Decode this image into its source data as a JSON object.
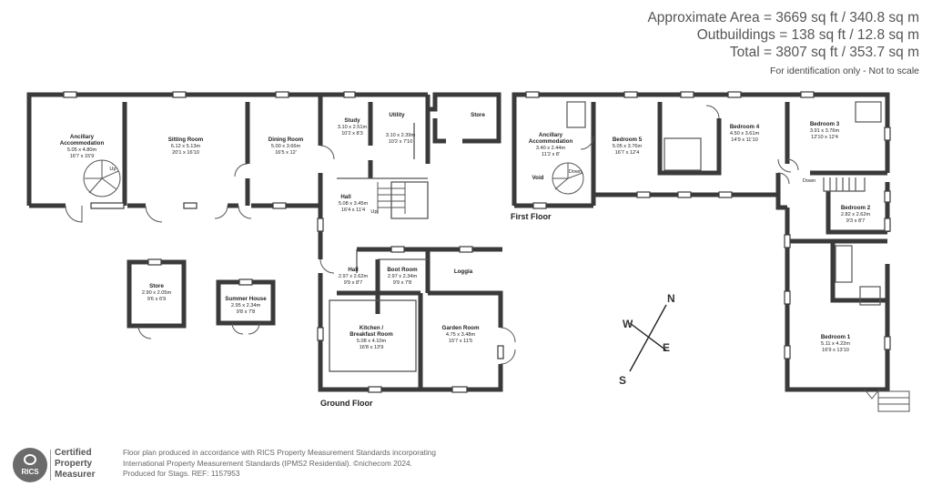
{
  "header": {
    "area_line": "Approximate Area = 3669 sq ft / 340.8 sq m",
    "outbuildings_line": "Outbuildings = 138 sq ft / 12.8 sq m",
    "total_line": "Total = 3807 sq ft / 353.7 sq m",
    "note": "For identification only - Not to scale"
  },
  "floors": {
    "ground": "Ground Floor",
    "first": "First Floor"
  },
  "rooms": {
    "anc_g_name1": "Ancillary",
    "anc_g_name2": "Accommodation",
    "anc_g_m": "5.05 x 4.80m",
    "anc_g_ft": "16'7 x 15'9",
    "sitting_name": "Sitting Room",
    "sitting_m": "6.12 x 5.13m",
    "sitting_ft": "20'1 x 16'10",
    "dining_name": "Dining Room",
    "dining_m": "5.00 x 3.66m",
    "dining_ft": "16'5 x 12'",
    "study_name": "Study",
    "study_m": "3.10 x 2.51m",
    "study_ft": "10'2 x 8'3",
    "utility_name": "Utility",
    "utility_m": "3.10 x 2.39m",
    "utility_ft": "10'2 x 7'10",
    "store_main_name": "Store",
    "hall1_name": "Hall",
    "hall1_m": "5.08 x 3.45m",
    "hall1_ft": "16'4 x 11'4",
    "hall2_name": "Hall",
    "hall2_m": "2.97 x 2.62m",
    "hall2_ft": "9'9 x 8'7",
    "boot_name": "Boot Room",
    "boot_m": "2.97 x 2.34m",
    "boot_ft": "9'9 x 7'8",
    "loggia_name": "Loggia",
    "kitchen_name1": "Kitchen /",
    "kitchen_name2": "Breakfast Room",
    "kitchen_m": "5.08 x 4.10m",
    "kitchen_ft": "16'8 x 13'9",
    "garden_name": "Garden Room",
    "garden_m": "4.75 x 3.48m",
    "garden_ft": "15'7 x 11'5",
    "store_out_name": "Store",
    "store_out_m": "2.90 x 2.05m",
    "store_out_ft": "9'6 x 6'9",
    "summer_name": "Summer House",
    "summer_m": "2.95 x 2.34m",
    "summer_ft": "9'8 x 7'8",
    "anc_f_name1": "Ancillary",
    "anc_f_name2": "Accommodation",
    "anc_f_m": "3.40 x 2.44m",
    "anc_f_ft": "11'2 x 8'",
    "void": "Void",
    "bed5_name": "Bedroom 5",
    "bed5_m": "5.05 x 3.76m",
    "bed5_ft": "16'7 x 12'4",
    "bed4_name": "Bedroom 4",
    "bed4_m": "4.50 x 3.61m",
    "bed4_ft": "14'9 x 11'10",
    "bed3_name": "Bedroom 3",
    "bed3_m": "3.91 x 3.76m",
    "bed3_ft": "12'10 x 12'4",
    "bed2_name": "Bedroom 2",
    "bed2_m": "2.82 x 2.62m",
    "bed2_ft": "9'3 x 8'7",
    "bed1_name": "Bedroom 1",
    "bed1_m": "5.11 x 4.22m",
    "bed1_ft": "16'9 x 13'10"
  },
  "stairs": {
    "up1": "Up",
    "up2": "Up",
    "down1": "Down",
    "down2": "Down"
  },
  "compass": {
    "n": "N",
    "e": "E",
    "s": "S",
    "w": "W"
  },
  "badge": {
    "line1": "Certified",
    "line2": "Property",
    "line3": "Measurer",
    "logo": "RICS"
  },
  "footer": {
    "line1": "Floor plan produced in accordance with RICS Property Measurement Standards incorporating",
    "line2": "International Property Measurement Standards (IPMS2 Residential).  ©nichecom 2024.",
    "line3": "Produced for Stags.   REF:  1157953"
  }
}
